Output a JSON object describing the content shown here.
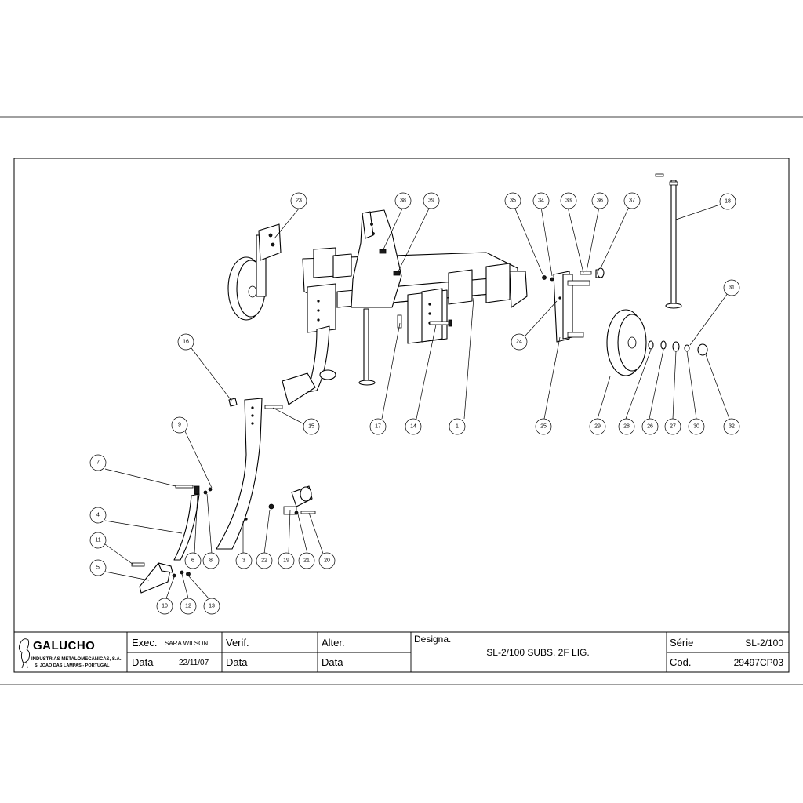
{
  "title_block": {
    "company": {
      "name": "GALUCHO",
      "line1": "INDÚSTRIAS METALOMECÂNICAS, S.A.",
      "line2": "S. JOÃO DAS LAMPAS - PORTUGAL"
    },
    "exec_label": "Exec.",
    "exec_value": "SARA WILSON",
    "data_label_1": "Data",
    "data_value_1": "22/11/07",
    "verif_label": "Verif.",
    "data_label_2": "Data",
    "alter_label": "Alter.",
    "data_label_3": "Data",
    "designa_label": "Designa.",
    "designa_value": "SL-2/100 SUBS. 2F LIG.",
    "serie_label": "Série",
    "serie_value": "SL-2/100",
    "cod_label": "Cod.",
    "cod_value": "29497CP03"
  },
  "callouts": [
    {
      "id": "c1",
      "label": "1"
    },
    {
      "id": "c3",
      "label": "3"
    },
    {
      "id": "c4",
      "label": "4"
    },
    {
      "id": "c5",
      "label": "5"
    },
    {
      "id": "c6",
      "label": "6"
    },
    {
      "id": "c7",
      "label": "7"
    },
    {
      "id": "c8",
      "label": "8"
    },
    {
      "id": "c9",
      "label": "9"
    },
    {
      "id": "c10",
      "label": "10"
    },
    {
      "id": "c11",
      "label": "11"
    },
    {
      "id": "c12",
      "label": "12"
    },
    {
      "id": "c13",
      "label": "13"
    },
    {
      "id": "c14",
      "label": "14"
    },
    {
      "id": "c15",
      "label": "15"
    },
    {
      "id": "c16",
      "label": "16"
    },
    {
      "id": "c17",
      "label": "17"
    },
    {
      "id": "c18",
      "label": "18"
    },
    {
      "id": "c19",
      "label": "19"
    },
    {
      "id": "c20",
      "label": "20"
    },
    {
      "id": "c21",
      "label": "21"
    },
    {
      "id": "c22",
      "label": "22"
    },
    {
      "id": "c23",
      "label": "23"
    },
    {
      "id": "c24",
      "label": "24"
    },
    {
      "id": "c25",
      "label": "25"
    },
    {
      "id": "c26",
      "label": "26"
    },
    {
      "id": "c27",
      "label": "27"
    },
    {
      "id": "c28",
      "label": "28"
    },
    {
      "id": "c29",
      "label": "29"
    },
    {
      "id": "c30",
      "label": "30"
    },
    {
      "id": "c31",
      "label": "31"
    },
    {
      "id": "c32",
      "label": "32"
    },
    {
      "id": "c33",
      "label": "33"
    },
    {
      "id": "c34",
      "label": "34"
    },
    {
      "id": "c35",
      "label": "35"
    },
    {
      "id": "c36",
      "label": "36"
    },
    {
      "id": "c37",
      "label": "37"
    },
    {
      "id": "c38",
      "label": "38"
    },
    {
      "id": "c39",
      "label": "39"
    }
  ]
}
